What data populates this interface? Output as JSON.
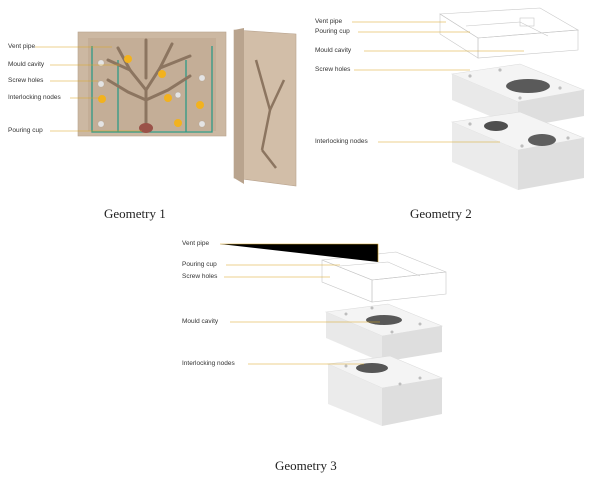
{
  "geometry1": {
    "caption": "Geometry 1",
    "labels": [
      "Vent pipe",
      "Mould cavity",
      "Screw holes",
      "Interlocking nodes",
      "Pouring cup"
    ]
  },
  "geometry2": {
    "caption": "Geometry 2",
    "labels": [
      "Vent pipe",
      "Pouring cup",
      "Mould cavity",
      "Screw holes",
      "Interlocking nodes"
    ]
  },
  "geometry3": {
    "caption": "Geometry 3",
    "labels": [
      "Vent pipe",
      "Pouring cup",
      "Screw holes",
      "Mould cavity",
      "Interlocking nodes"
    ]
  },
  "colors": {
    "leader_line": "#d9a520",
    "mould_face": "#cdb9a3",
    "channel": "#2e9a86",
    "node": "#f2b21e",
    "screw_hole": "#e2e2e2",
    "block_white": "#f1f1f1"
  }
}
